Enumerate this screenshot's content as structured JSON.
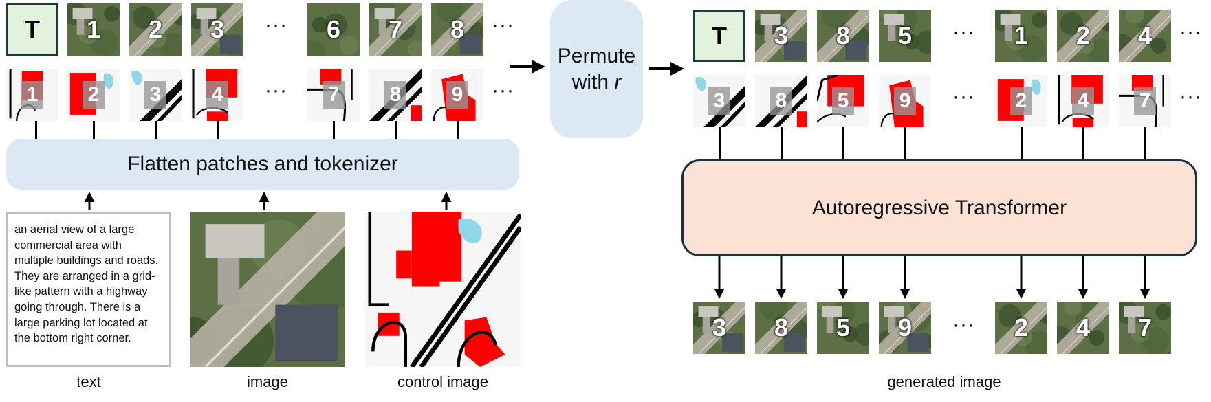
{
  "input_tokens": {
    "text_token": "T",
    "aerial_patches": [
      "1",
      "2",
      "3",
      "6",
      "7",
      "8"
    ],
    "control_patches": [
      "1",
      "2",
      "3",
      "4",
      "7",
      "8",
      "9"
    ],
    "ellipsis": "···"
  },
  "tokenizer_box": {
    "label": "Flatten patches and tokenizer"
  },
  "permute_box": {
    "line1": "Permute",
    "line2_prefix": "with ",
    "line2_var": "r"
  },
  "permuted_tokens": {
    "text_token": "T",
    "aerial_patches": [
      "3",
      "8",
      "5",
      "1",
      "2",
      "4"
    ],
    "control_patches": [
      "3",
      "8",
      "5",
      "9",
      "2",
      "4",
      "7"
    ],
    "ellipsis": "···"
  },
  "transformer_box": {
    "label": "Autoregressive Transformer"
  },
  "output_tokens": {
    "aerial_patches": [
      "3",
      "8",
      "5",
      "9",
      "2",
      "4",
      "7"
    ],
    "ellipsis": "···"
  },
  "inputs": {
    "text_caption": "an aerial view of a large commercial area with multiple buildings and roads. They are arranged in a grid-like pattern with a highway going through. There is a large parking lot located at the bottom right corner.",
    "labels": {
      "text": "text",
      "image": "image",
      "control": "control image",
      "generated": "generated image"
    }
  },
  "colors": {
    "control_building": "#ff0000",
    "control_water": "#8fd6ea",
    "box_blue": "#dce8f4",
    "box_peach": "#fbe2d5",
    "text_token_bg": "#e2f2dd"
  }
}
